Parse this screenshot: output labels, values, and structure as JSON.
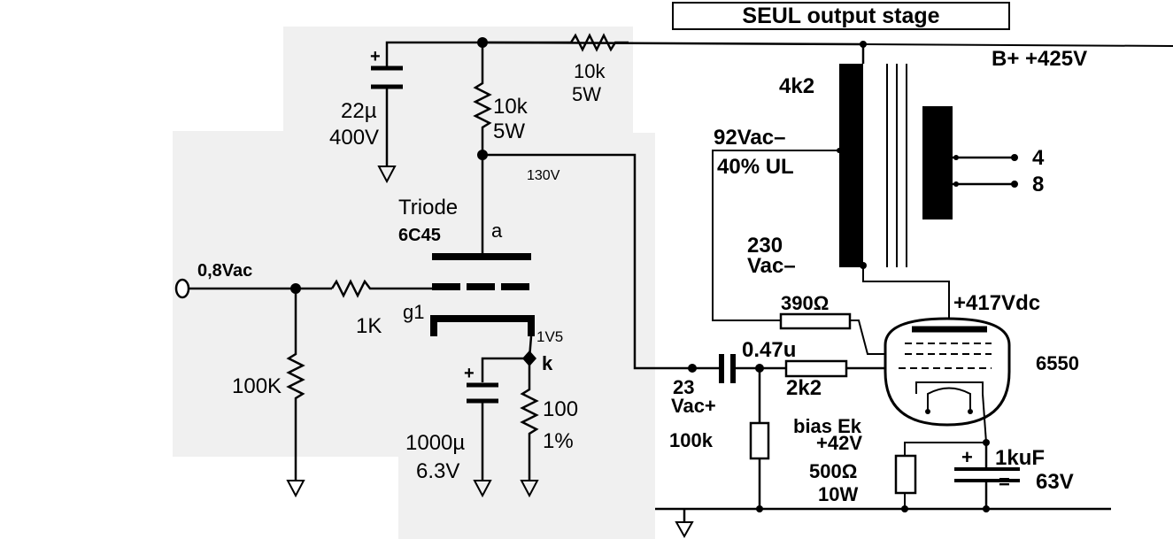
{
  "title": "SEUL output stage",
  "supply": {
    "label": "B+  +425V"
  },
  "driver": {
    "tube_type": "Triode",
    "tube_name": "6C45",
    "anode_label": "a",
    "grid_label": "g1",
    "cathode_label": "k",
    "input_level": "0,8Vac",
    "grid_resistor": "1K",
    "grid_leak": "100K",
    "cathode_voltage": "1V5",
    "cathode_cap_value": "1000µ",
    "cathode_cap_voltage": "6.3V",
    "cathode_res_value": "100",
    "cathode_res_tol": "1%",
    "anode_voltage": "130V",
    "anode_res_value": "10k",
    "anode_res_power": "5W",
    "decouple_res_value": "10k",
    "decouple_res_power": "5W",
    "decouple_cap_value": "22µ",
    "decouple_cap_voltage": "400V"
  },
  "output": {
    "tube_name": "6550",
    "primary_impedance": "4k2",
    "ul_voltage": "92Vac–",
    "ul_ratio": "40% UL",
    "plate_ac": "230",
    "plate_ac_unit": "Vac–",
    "plate_dc": "+417Vdc",
    "screen_res": "390Ω",
    "coupling_cap": "0.47u",
    "grid_stopper": "2k2",
    "grid_ac_value": "23",
    "grid_ac_unit": "Vac+",
    "grid_leak": "100k",
    "bias_label": "bias Ek",
    "bias_voltage": "+42V",
    "cathode_res_value": "500Ω",
    "cathode_res_power": "10W",
    "cathode_cap_value": "1kuF",
    "cathode_cap_voltage": "63V",
    "tap_4": "4",
    "tap_8": "8"
  },
  "colors": {
    "wire": "#000000",
    "panel": "#f0f0f0",
    "background": "#ffffff"
  }
}
